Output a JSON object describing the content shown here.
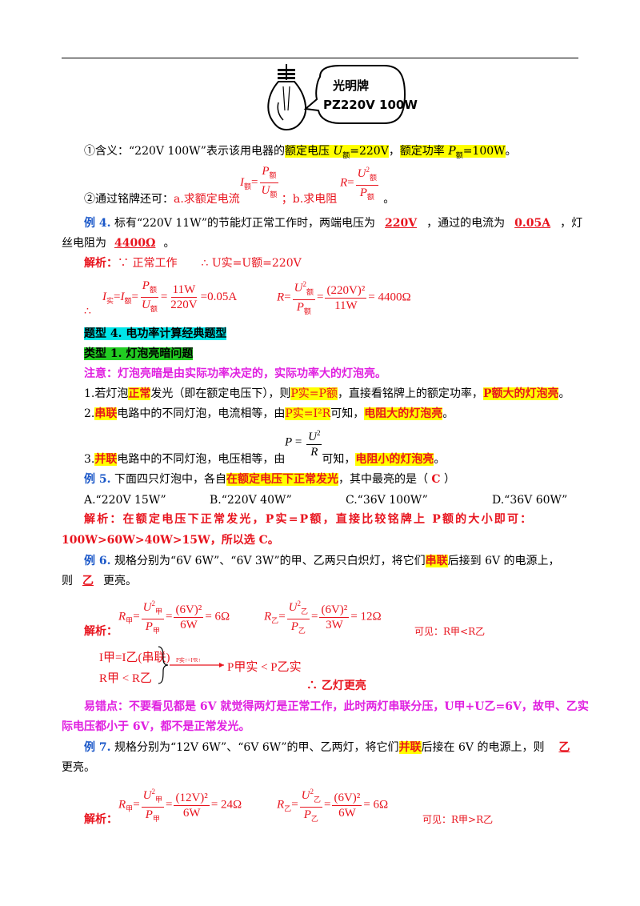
{
  "bulb": {
    "brand": "光明牌",
    "model": "PZ220V 100W"
  },
  "line1": {
    "prefix": "①含义：“220V  100W”表示该用电器的",
    "rated_voltage": "额定电压",
    "u_eq": "=220V",
    "comma": "，",
    "rated_power": "额定功率",
    "p_eq": "=100W",
    "end": "。"
  },
  "line2": {
    "prefix": "②通过铭牌还可：",
    "a": "a.求额定电流",
    "b": "；b.求电阻",
    "end": "。"
  },
  "ex4": {
    "label": "例 4.",
    "text1": "标有“220V  11W”的节能灯正常工作时，两端电压为",
    "ans1": "220V",
    "text2": "，通过的电流为",
    "ans2": "0.05A",
    "text3": "，灯",
    "text4": "丝电阻为",
    "ans3": "4400Ω",
    "text5": "。"
  },
  "sol4": {
    "label": "解析：",
    "because": "∵  正常工作",
    "therefore": "∴",
    "eq": "U实=U额=220V",
    "therefore2": "∴",
    "res_i": "=0.05A",
    "res_r": "= 4400Ω",
    "v11": "11W",
    "v220": "220V",
    "v220sq": "(220V)²"
  },
  "type4": {
    "title": "题型 4. 电功率计算经典题型"
  },
  "class1": {
    "title": "类型 1. 灯泡亮暗问题"
  },
  "note": {
    "text": "注意：灯泡亮暗是由实际功率决定的，实际功率大的灯泡亮。"
  },
  "rule1": {
    "t1": "1.若灯泡",
    "h1": "正常",
    "t2": "发光（即在额定电压下），则",
    "h2": "P实=P额",
    "t3": "，直接看铭牌上的额定功率，",
    "h3": "P额大的灯泡亮",
    "t4": "。"
  },
  "rule2": {
    "t1": "2.",
    "h1": "串联",
    "t2": "电路中的不同灯泡，电流相等，由",
    "h2": "P实=I²R",
    "t3": "可知，",
    "h3": "电阻大的灯泡亮",
    "t4": "。"
  },
  "rule3": {
    "t1": "3.",
    "h1": "并联",
    "t2": "电路中的不同灯泡，电压相等，由",
    "t3": "可知，",
    "h3": "电阻小的灯泡亮",
    "t4": "。"
  },
  "ex5": {
    "label": "例 5.",
    "t1": "下面四只灯泡中，各自",
    "h1": "在额定电压下正常发光",
    "t2": "，其中最亮的是（",
    "ans": "C",
    "t3": "）",
    "options": [
      "A.“220V  15W”",
      "B.“220V  40W”",
      "C.“36V  100W”",
      "D.“36V  60W”"
    ]
  },
  "sol5": {
    "line1": "解析：在额定电压下正常发光，P实=P额，直接比较铭牌上 P额的大小即可：",
    "line2": "100W>60W>40W>15W，所以选 C。"
  },
  "ex6": {
    "label": "例 6.",
    "t1": "规格分别为“6V  6W”、“6V  3W”的甲、乙两只白炽灯，将它们",
    "h1": "串联",
    "t2": "后接到 6V 的电源上，",
    "t3": "则",
    "ans": "乙",
    "t4": "更亮。"
  },
  "sol6": {
    "label": "解析：",
    "r1": "= 6Ω",
    "r2": "= 12Ω",
    "v6w": "6W",
    "v3w": "3W",
    "v6sq": "(6V)²",
    "see": "可见：R甲<R乙",
    "cond1": "I甲=I乙(串联)",
    "cond2": "R甲 < R乙",
    "arrow_label": "P实↑=I²R↑",
    "result": "P甲实 < P乙实",
    "conclusion": "∴  乙灯更亮"
  },
  "trap": {
    "line1": "易错点：不要看见都是 6V 就觉得两灯是正常工作，此时两灯串联分压，U甲+U乙=6V，故甲、乙实",
    "line2": "际电压都小于 6V，都不是正常发光。"
  },
  "ex7": {
    "label": "例 7.",
    "t1": "规格分别为“12V  6W”、“6V  6W”的甲、乙两灯，将它们",
    "h1": "并联",
    "t2": "后接在 6V 的电源上，则",
    "ans": "乙",
    "t3": "更亮。"
  },
  "sol7": {
    "label": "解析：",
    "r1": "= 24Ω",
    "r2": "= 6Ω",
    "v6w": "6W",
    "v12sq": "(12V)²",
    "v6sq": "(6V)²",
    "see": "可见：R甲>R乙"
  }
}
